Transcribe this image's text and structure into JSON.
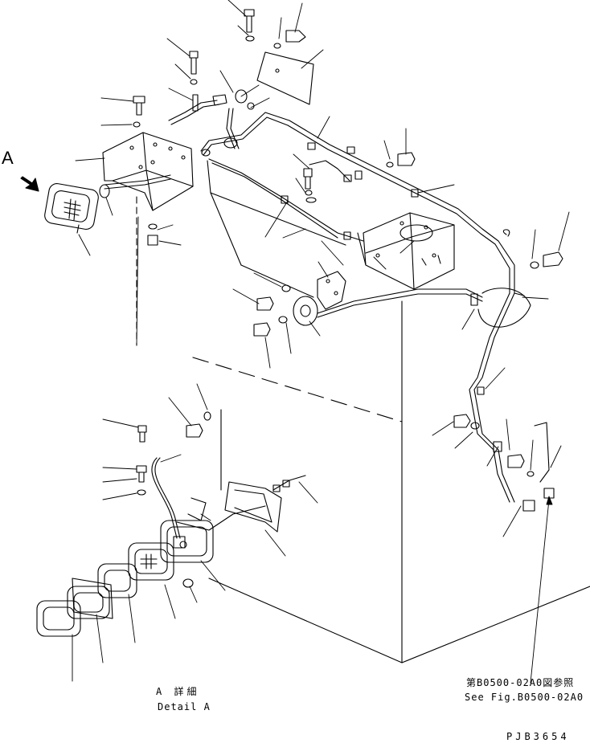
{
  "view": {
    "letter": "A"
  },
  "detail": {
    "caption_jp": "A 詳細",
    "caption_en": "Detail A"
  },
  "reference": {
    "jp": "第B0500-02A0図参照",
    "en": "See Fig.B0500-02A0"
  },
  "drawing_code": "PJB3654"
}
